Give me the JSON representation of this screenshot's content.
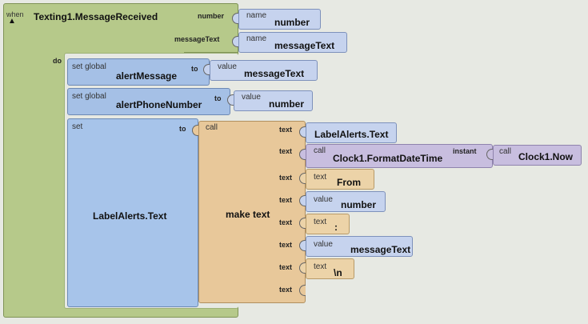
{
  "event": {
    "when_label": "when",
    "title": "Texting1.MessageReceived",
    "do_label": "do",
    "param_number_label": "number",
    "param_number_name_tag": "name",
    "param_number_value": "number",
    "param_message_label": "messageText",
    "param_message_name_tag": "name",
    "param_message_value": "messageText"
  },
  "set_alert_message": {
    "prefix": "set global",
    "name": "alertMessage",
    "to_label": "to",
    "value_tag": "value",
    "value": "messageText"
  },
  "set_alert_phone": {
    "prefix": "set global",
    "name": "alertPhoneNumber",
    "to_label": "to",
    "value_tag": "value",
    "value": "number"
  },
  "set_label": {
    "prefix": "set",
    "target": "LabelAlerts.Text",
    "to_label": "to"
  },
  "make_text": {
    "call_tag": "call",
    "label": "make text",
    "socket_label": "text",
    "items": [
      {
        "kind": "getter-plain",
        "tag": "",
        "value": "LabelAlerts.Text"
      },
      {
        "kind": "clock",
        "tag": "call",
        "value": "Clock1.FormatDateTime",
        "instant_label": "instant",
        "inner_tag": "call",
        "inner_value": "Clock1.Now"
      },
      {
        "kind": "text",
        "tag": "text",
        "value": "From"
      },
      {
        "kind": "getter",
        "tag": "value",
        "value": "number"
      },
      {
        "kind": "text",
        "tag": "text",
        "value": ":"
      },
      {
        "kind": "getter",
        "tag": "value",
        "value": "messageText"
      },
      {
        "kind": "text",
        "tag": "text",
        "value": "\\n"
      },
      {
        "kind": "empty",
        "tag": "",
        "value": ""
      }
    ]
  }
}
